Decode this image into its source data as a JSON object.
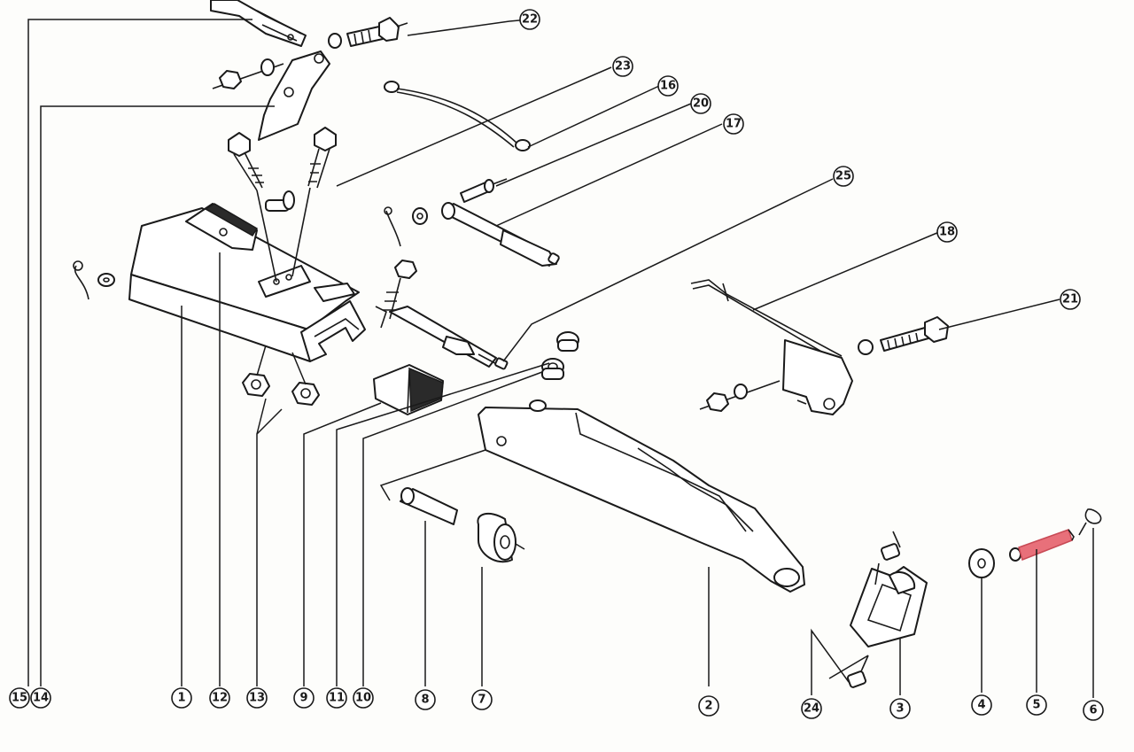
{
  "diagram": {
    "colors": {
      "line": "#1a1a1a",
      "paper": "#fdfdfb",
      "highlight": "#e8707a"
    },
    "highlighted_part": "5",
    "callouts": [
      {
        "id": "c1",
        "label": "1"
      },
      {
        "id": "c2",
        "label": "2"
      },
      {
        "id": "c3",
        "label": "3"
      },
      {
        "id": "c4",
        "label": "4"
      },
      {
        "id": "c5",
        "label": "5"
      },
      {
        "id": "c6",
        "label": "6"
      },
      {
        "id": "c7",
        "label": "7"
      },
      {
        "id": "c8",
        "label": "8"
      },
      {
        "id": "c9",
        "label": "9"
      },
      {
        "id": "c10",
        "label": "10"
      },
      {
        "id": "c11",
        "label": "11"
      },
      {
        "id": "c12",
        "label": "12"
      },
      {
        "id": "c13",
        "label": "13"
      },
      {
        "id": "c14",
        "label": "14"
      },
      {
        "id": "c15",
        "label": "15"
      },
      {
        "id": "c16",
        "label": "16"
      },
      {
        "id": "c17",
        "label": "17"
      },
      {
        "id": "c18",
        "label": "18"
      },
      {
        "id": "c20",
        "label": "20"
      },
      {
        "id": "c21",
        "label": "21"
      },
      {
        "id": "c22",
        "label": "22"
      },
      {
        "id": "c23",
        "label": "23"
      },
      {
        "id": "c24",
        "label": "24"
      },
      {
        "id": "c25",
        "label": "25"
      }
    ]
  }
}
